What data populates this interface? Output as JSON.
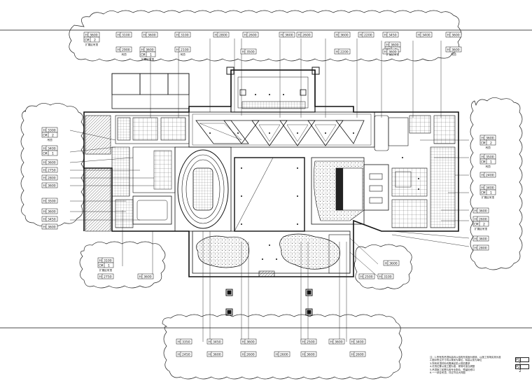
{
  "top_tags": [
    {
      "v": "3600",
      "num": "2",
      "sub": "扩展区吊顶"
    },
    {
      "v": "3100"
    },
    {
      "v": "3600"
    },
    {
      "v": "3100"
    },
    {
      "v": "2800"
    },
    {
      "v": "2600"
    },
    {
      "v": "3600"
    },
    {
      "v": "2600"
    },
    {
      "v": "3600"
    },
    {
      "v": "2200"
    },
    {
      "v": "3450"
    },
    {
      "v": "3600",
      "num": "2",
      "sub": "扩展区吊顶"
    },
    {
      "v": "3400"
    },
    {
      "v": "3600"
    }
  ],
  "top_tags_row2": [
    {
      "v": "2900",
      "sub": "吊顶"
    },
    {
      "v": "3600",
      "num": "1",
      "sub": "扩展区吊顶"
    },
    {
      "v": "2100",
      "sub": "吊顶"
    },
    {
      "v": "3500"
    },
    {
      "v": "2200"
    },
    {
      "v": "3600"
    },
    {
      "v": "3600",
      "sub": "吊顶"
    }
  ],
  "left_tags": [
    {
      "v": "3300",
      "num": "2",
      "sub": "吊顶"
    },
    {
      "v": "3400",
      "num": "1"
    },
    {
      "v": "3600"
    },
    {
      "v": "2750"
    },
    {
      "v": "2800"
    },
    {
      "v": "3600"
    },
    {
      "v": "3500"
    },
    {
      "v": "3600"
    },
    {
      "v": "3450"
    },
    {
      "v": "3600"
    }
  ],
  "right_tags": [
    {
      "v": "3600",
      "num": "2",
      "sub": "吊顶"
    },
    {
      "v": "3500",
      "num": "1",
      "sub": "吊顶"
    },
    {
      "v": "2400"
    },
    {
      "v": "3400",
      "num": "1",
      "sub": "扩展区吊顶"
    },
    {
      "v": "3600"
    },
    {
      "v": "2600",
      "num": "2",
      "sub": "扩展区吊顶"
    },
    {
      "v": "3600"
    },
    {
      "v": "2800"
    }
  ],
  "lower_left_tags": [
    {
      "v": "3100",
      "num": "1",
      "sub": "扩展区吊顶"
    },
    {
      "v": "2750"
    },
    {
      "v": "3600"
    }
  ],
  "lower_right_tags": [
    {
      "v": "3600"
    },
    {
      "v": "2500"
    },
    {
      "v": "3100"
    }
  ],
  "bottom_tags": [
    {
      "v": "3350"
    },
    {
      "v": "3450"
    },
    {
      "v": "3600"
    },
    {
      "v": "2500"
    },
    {
      "v": "3600"
    },
    {
      "v": "3400"
    },
    {
      "v": "2450"
    },
    {
      "v": "3600"
    },
    {
      "v": "2600"
    },
    {
      "v": "2600"
    },
    {
      "v": "3600"
    },
    {
      "v": "2600"
    }
  ],
  "notes": [
    "注：1.所有的吊顶标高均以结构完成面为基准，以施工现场实测为准",
    "2.图中所注尺寸均以毫米为单位，标高以米为单位",
    "3.所有吊顶材料均需满足防火规范要求",
    "4.灯具位置以施工图为准，现场可适当调整",
    "5.吊顶施工前需与各专业配合，预留检修口",
    "6.一一综合吊顶，详见节点大样图"
  ],
  "sheet_refs": [
    {
      "label": "P1",
      "num": "1"
    },
    {
      "label": "P2",
      "num": "2"
    }
  ]
}
